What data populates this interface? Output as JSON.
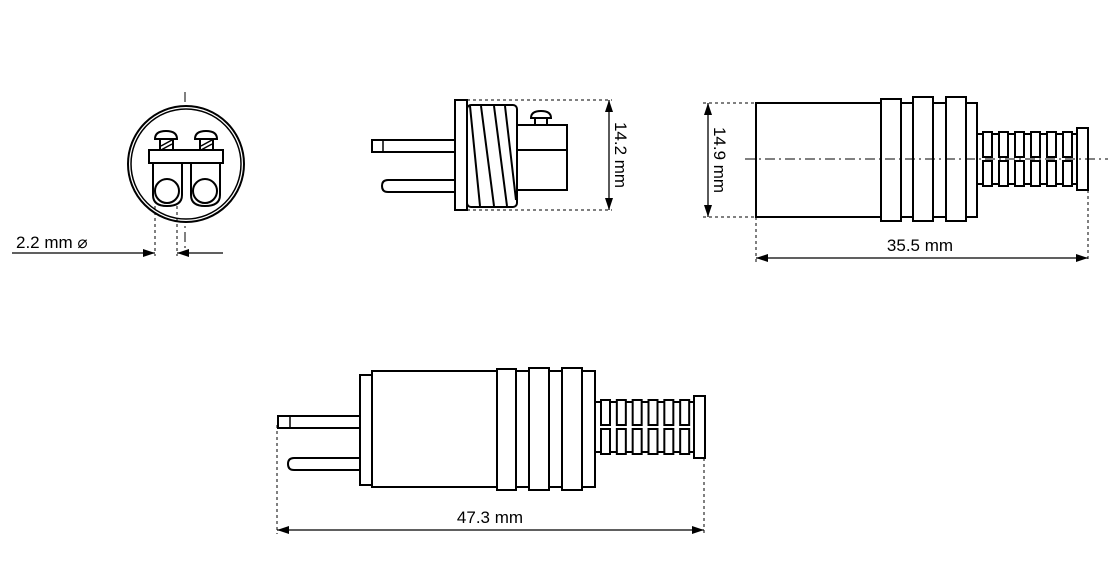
{
  "dimensions": {
    "pin_diameter": "2.2 mm ⌀",
    "front_height": "14.2 mm",
    "body_diameter": "14.9 mm",
    "body_length": "35.5 mm",
    "total_length": "47.3 mm"
  },
  "colors": {
    "line": "#000000",
    "background": "#ffffff"
  }
}
